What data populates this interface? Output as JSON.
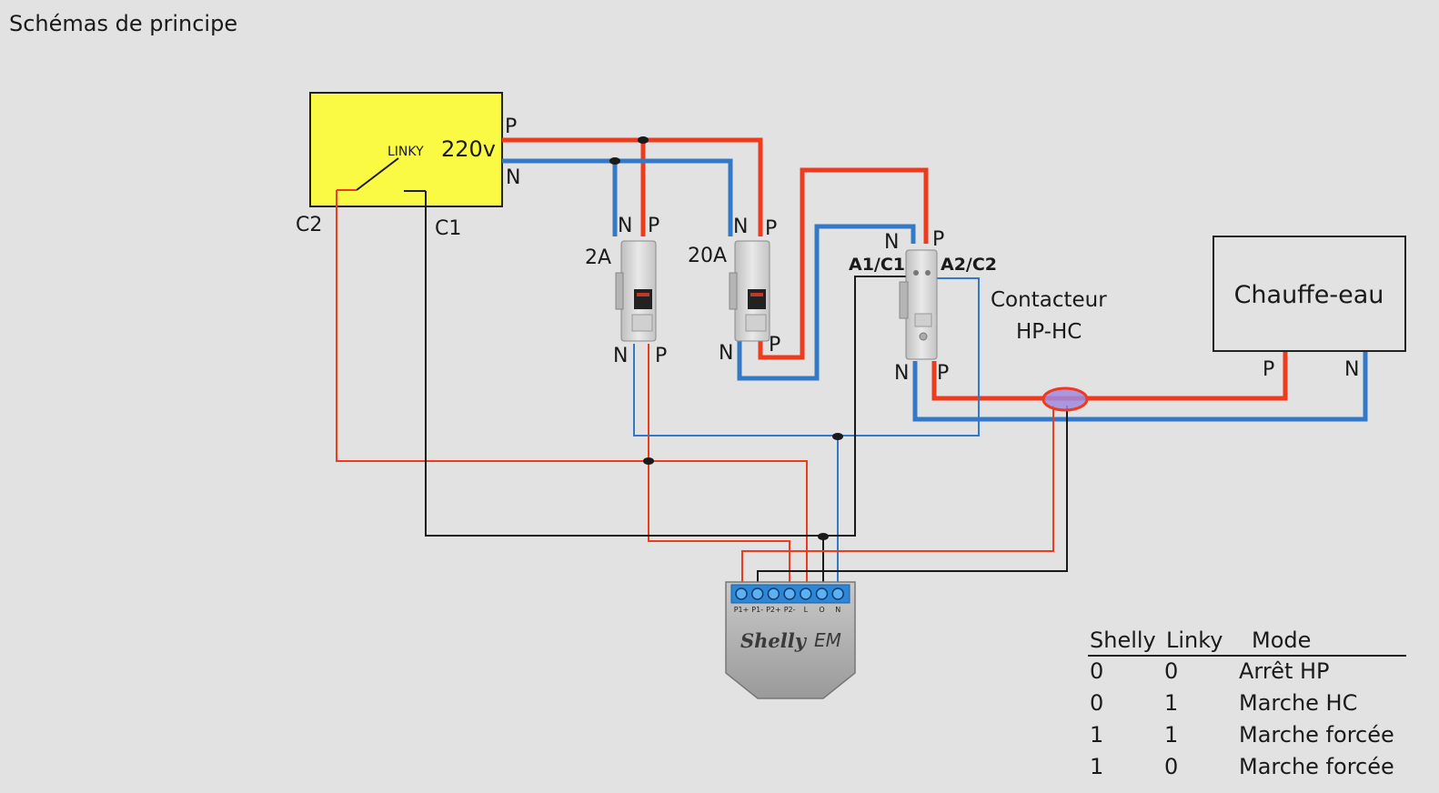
{
  "title": "Schémas de principe",
  "colors": {
    "phase": "#ee3a1d",
    "neutral": "#3479c8",
    "signal": "#1a1a1a",
    "meter": "#fafa44",
    "background": "#e2e2e2"
  },
  "linky": {
    "voltage": "220v",
    "name": "LINKY",
    "phase_label": "P",
    "neutral_label": "N",
    "c2_label": "C2",
    "c1_label": "C1"
  },
  "breaker_2a": {
    "rating": "2A",
    "in_n": "N",
    "in_p": "P",
    "out_n": "N",
    "out_p": "P"
  },
  "breaker_20a": {
    "rating": "20A",
    "in_n": "N",
    "in_p": "P",
    "out_n": "N",
    "out_p": "P"
  },
  "contactor": {
    "title_line1": "Contacteur",
    "title_line2": "HP-HC",
    "a1": "A1/C1",
    "a2": "A2/C2",
    "in_n": "N",
    "in_p": "P",
    "out_n": "N",
    "out_p": "P"
  },
  "water_heater": {
    "label": "Chauffe-eau",
    "p": "P",
    "n": "N"
  },
  "shelly": {
    "brand": "Shelly",
    "model": "EM",
    "terminals": [
      "P1+",
      "P1-",
      "P2+",
      "P2-",
      "L",
      "O",
      "N"
    ]
  },
  "truth_table": {
    "headers": [
      "Shelly",
      "Linky",
      "Mode"
    ],
    "rows": [
      [
        "0",
        "0",
        "Arrêt HP"
      ],
      [
        "0",
        "1",
        "Marche HC"
      ],
      [
        "1",
        "1",
        "Marche forcée"
      ],
      [
        "1",
        "0",
        "Marche forcée"
      ]
    ]
  }
}
